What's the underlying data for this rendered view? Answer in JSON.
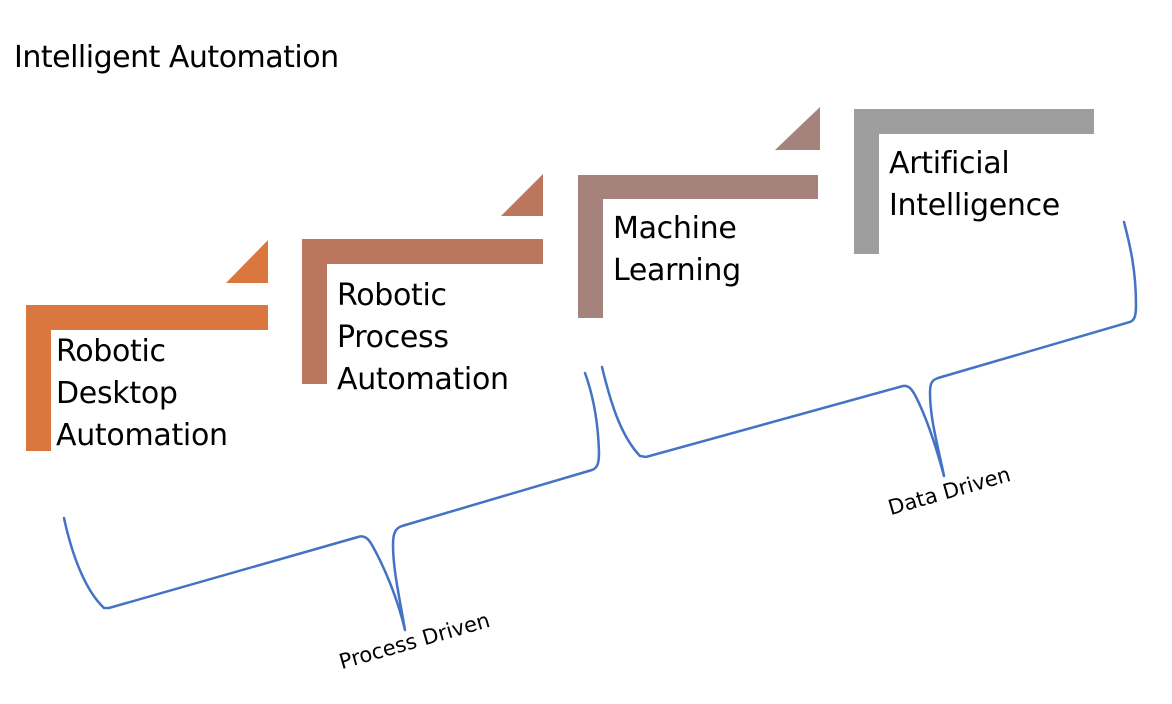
{
  "title": "Intelligent Automation",
  "steps": [
    {
      "label_lines": [
        "Robotic",
        "Desktop",
        "Automation"
      ],
      "color": "#D9773E"
    },
    {
      "label_lines": [
        "Robotic",
        "Process",
        "Automation"
      ],
      "color": "#BA775E"
    },
    {
      "label_lines": [
        "Machine",
        "Learning"
      ],
      "color": "#A6827C"
    },
    {
      "label_lines": [
        "Artificial",
        "Intelligence"
      ],
      "color": "#9E9E9E"
    }
  ],
  "groups": [
    {
      "label": "Process Driven",
      "spans": [
        "Robotic Desktop Automation",
        "Robotic Process Automation"
      ]
    },
    {
      "label": "Data Driven",
      "spans": [
        "Machine Learning",
        "Artificial Intelligence"
      ]
    }
  ],
  "brace_color": "#4472C4"
}
